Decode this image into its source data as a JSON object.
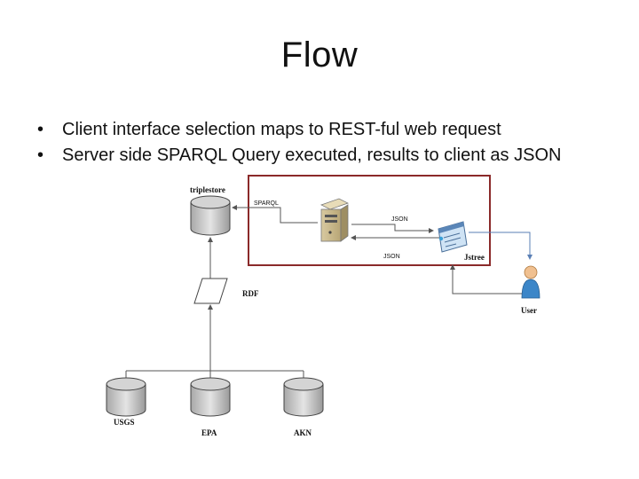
{
  "slide": {
    "title": "Flow",
    "bullets": [
      "Client interface selection maps to REST-ful web request",
      "Server side SPARQL Query executed, results to client as JSON"
    ]
  },
  "diagram": {
    "labels": {
      "triplestore": "triplestore",
      "rdf": "RDF",
      "usgs": "USGS",
      "epa": "EPA",
      "akn": "AKN",
      "sparql": "SPARQL",
      "json_top": "JSON",
      "json_bottom": "JSON",
      "jstree": "Jstree",
      "user": "User"
    },
    "colors": {
      "highlight_box": "#8b2a2a",
      "arrow": "#5a7fb5",
      "disk_fill": "#c8c8c8"
    }
  }
}
